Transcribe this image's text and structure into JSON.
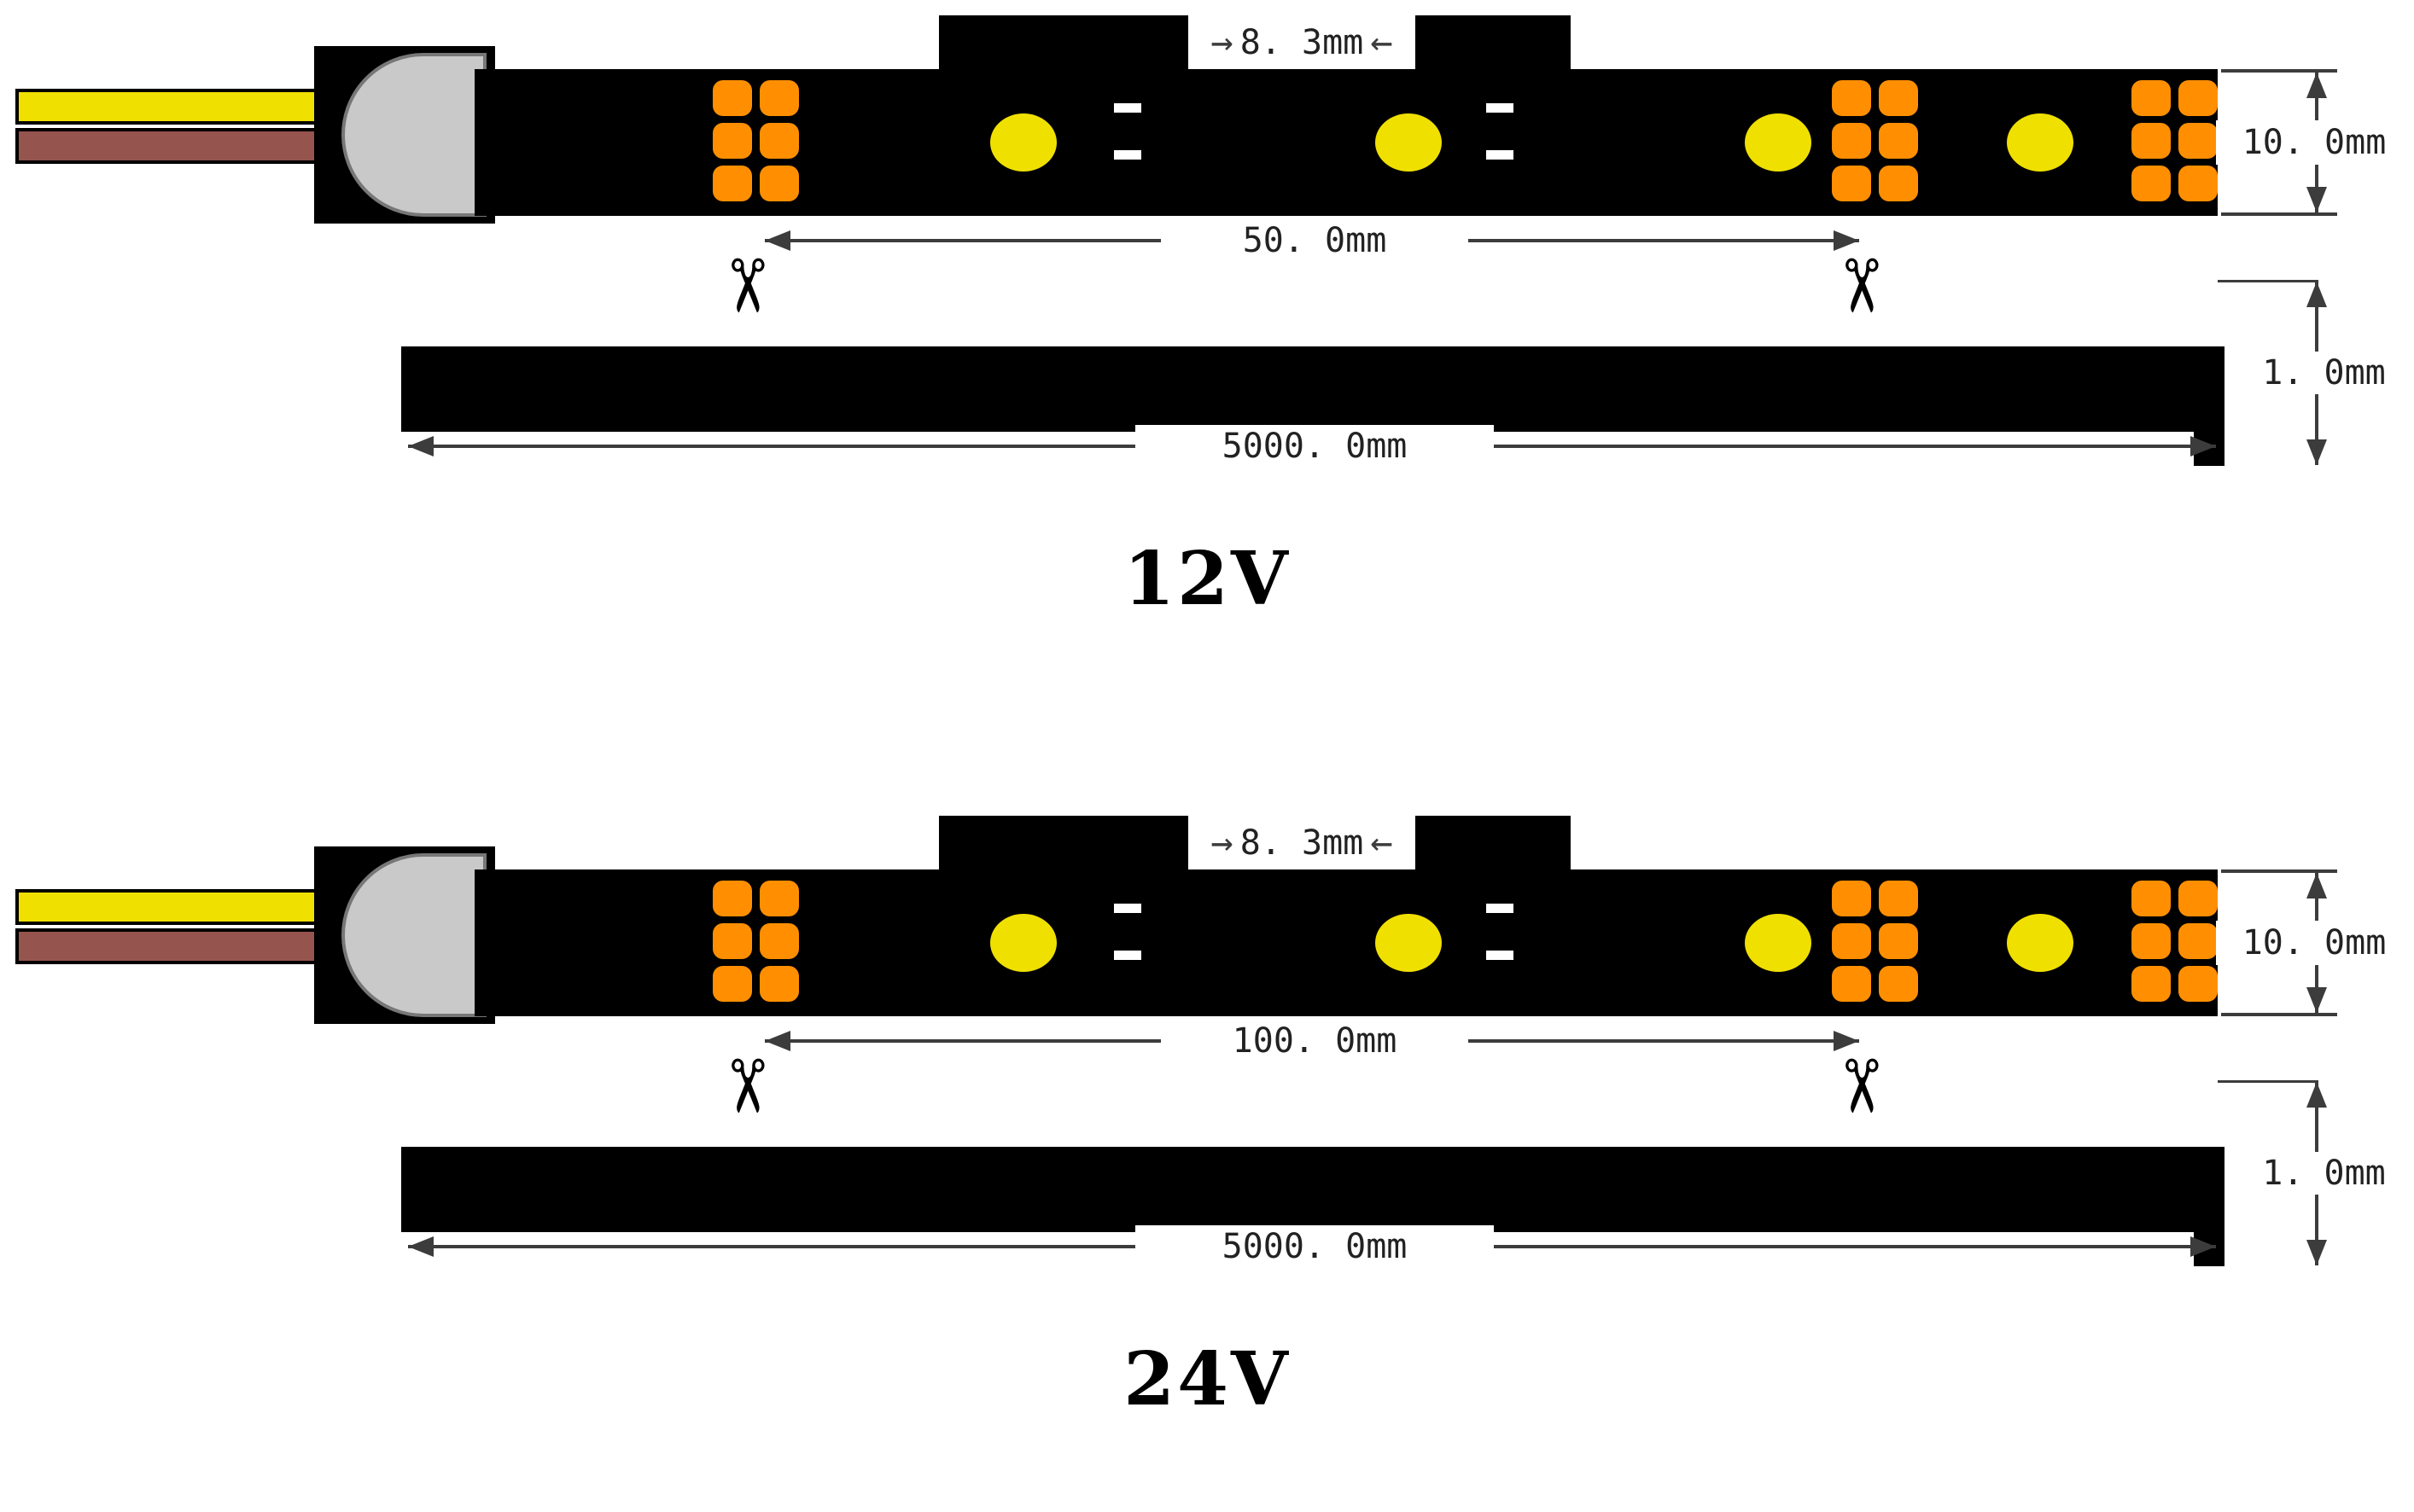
{
  "colors": {
    "strip": "#000000",
    "pad": "#ff8f00",
    "led": "#f0e000",
    "wire_top": "#f0e000",
    "wire_bottom": "#96544e",
    "cone_fill": "#c9c9c9",
    "cone_edge": "#777777",
    "dim": "#3c3c3c",
    "mark": "#ffffff"
  },
  "icons": {
    "scissors": "✂",
    "arrow_left": "←",
    "arrow_right": "→"
  },
  "diagrams": [
    {
      "label": "12V",
      "dims": {
        "pitch": "8. 3mm",
        "cut": "50. 0mm",
        "width": "10. 0mm",
        "thickness": "1. 0mm",
        "length": "5000. 0mm"
      }
    },
    {
      "label": "24V",
      "dims": {
        "pitch": "8. 3mm",
        "cut": "100. 0mm",
        "width": "10. 0mm",
        "thickness": "1. 0mm",
        "length": "5000. 0mm"
      }
    }
  ]
}
